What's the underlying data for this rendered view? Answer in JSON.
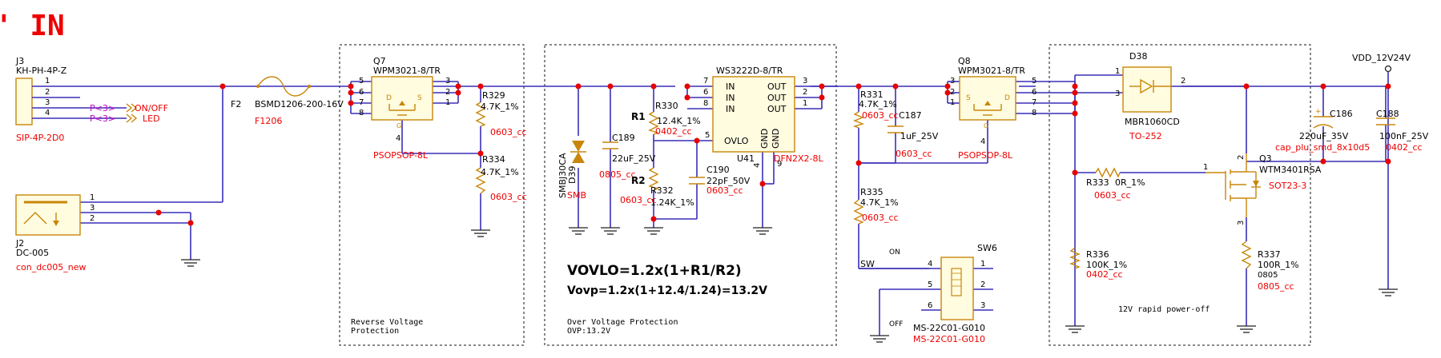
{
  "title": "' IN",
  "connectors": {
    "j3": {
      "ref": "J3",
      "part": "KH-PH-4P-Z",
      "footprint": "SIP-4P-2D0",
      "pins": [
        "1",
        "2",
        "3",
        "4"
      ],
      "net_labels": [
        "P<3>",
        "P<3>"
      ],
      "onoff_label": "ON/OFF",
      "led_label": "LED"
    },
    "j2": {
      "ref": "J2",
      "part": "DC-005",
      "footprint": "con_dc005_new",
      "pins": [
        "1",
        "3",
        "2"
      ]
    }
  },
  "fuse": {
    "ref": "F2",
    "part": "BSMD1206-200-16V",
    "footprint": "F1206"
  },
  "q7": {
    "ref": "Q7",
    "part": "WPM3021-8/TR",
    "footprint": "PSOPSOP-8L",
    "pins_left": [
      "5",
      "6",
      "7",
      "8"
    ],
    "pins_right": [
      "3",
      "2",
      "1"
    ],
    "pin_bottom": "4",
    "d": "D",
    "s": "S",
    "g": "G"
  },
  "q8": {
    "ref": "Q8",
    "part": "WPM3021-8/TR",
    "footprint": "PSOPSOP-8L",
    "pins_left": [
      "3",
      "2",
      "1"
    ],
    "pins_right": [
      "5",
      "6",
      "7",
      "8"
    ],
    "pin_bottom": "4",
    "d": "D",
    "s": "S",
    "g": "G"
  },
  "resistors": {
    "r329": {
      "ref": "R329",
      "value": "4.7K_1%",
      "footprint": "0603_cc"
    },
    "r334": {
      "ref": "R334",
      "value": "4.7K_1%",
      "footprint": "0603_cc"
    },
    "r330": {
      "ref": "R330",
      "value": "12.4K_1%",
      "footprint": "0402_cc",
      "tag": "R1"
    },
    "r332": {
      "ref": "R332",
      "value": "1.24K_1%",
      "footprint": "0603_cc",
      "tag": "R2"
    },
    "r331": {
      "ref": "R331",
      "value": "4.7K_1%",
      "footprint": "0603_cc"
    },
    "r335": {
      "ref": "R335",
      "value": "4.7K_1%",
      "footprint": "0603_cc"
    },
    "r333": {
      "ref": "R333",
      "value": "0R_1%",
      "footprint": "0603_cc"
    },
    "r336": {
      "ref": "R336",
      "value": "100K_1%",
      "footprint": "0402_cc"
    },
    "r337": {
      "ref": "R337",
      "value": "100R_1%",
      "footprint": "0805_cc",
      "extra": "0805"
    }
  },
  "capacitors": {
    "c189": {
      "ref": "C189",
      "value": "22uF_25V",
      "footprint": "0805_cc"
    },
    "c190": {
      "ref": "C190",
      "value": "22pF_50V",
      "footprint": "0603_cc"
    },
    "c187": {
      "ref": "C187",
      "value": "1uF_25V",
      "footprint": "0603_cc"
    },
    "c186": {
      "ref": "C186",
      "value": "220uF_35V",
      "footprint": "cap_plu_smd_8x10d5"
    },
    "c188": {
      "ref": "C188",
      "value": "100nF_25V",
      "footprint": "0402_cc"
    }
  },
  "d39": {
    "ref": "D39",
    "part": "SMBJ30CA",
    "footprint": "SMB"
  },
  "u41": {
    "ref": "U41",
    "part": "WS3222D-8/TR",
    "footprint": "DFN2X2-8L",
    "in_label": "IN",
    "out_label": "OUT",
    "ovlo_label": "OVLO",
    "gnd_label": "GND",
    "pins_in": [
      "7",
      "6",
      "8"
    ],
    "pins_out": [
      "3",
      "2",
      "1"
    ],
    "pin_ovlo": "5",
    "pins_gnd": [
      "4",
      "9"
    ]
  },
  "d38": {
    "ref": "D38",
    "part": "MBR1060CD",
    "footprint": "TO-252",
    "pins": [
      "1",
      "3",
      "2"
    ]
  },
  "q3": {
    "ref": "Q3",
    "part": "WTM3401RSA",
    "footprint": "SOT23-3",
    "pins": [
      "1",
      "2",
      "3"
    ]
  },
  "sw6": {
    "ref": "SW6",
    "part": "MS-22C01-G010",
    "footprint": "MS-22C01-G010",
    "pins_left": [
      "4",
      "5",
      "6"
    ],
    "pins_right": [
      "1",
      "2",
      "3"
    ],
    "on_label": "ON",
    "off_label": "OFF",
    "net_label": "SW"
  },
  "vdd_label": "VDD_12V24V",
  "formulas": {
    "vovlo": "VOVLO=1.2x(1+R1/R2)",
    "vovp": "Vovp=1.2x(1+12.4/1.24)=13.2V"
  },
  "section_labels": {
    "reverse": [
      "Reverse Voltage",
      "Protection"
    ],
    "ovp": [
      "Over Voltage Protection",
      "OVP:13.2V"
    ],
    "poweroff": "12V rapid power-off"
  }
}
